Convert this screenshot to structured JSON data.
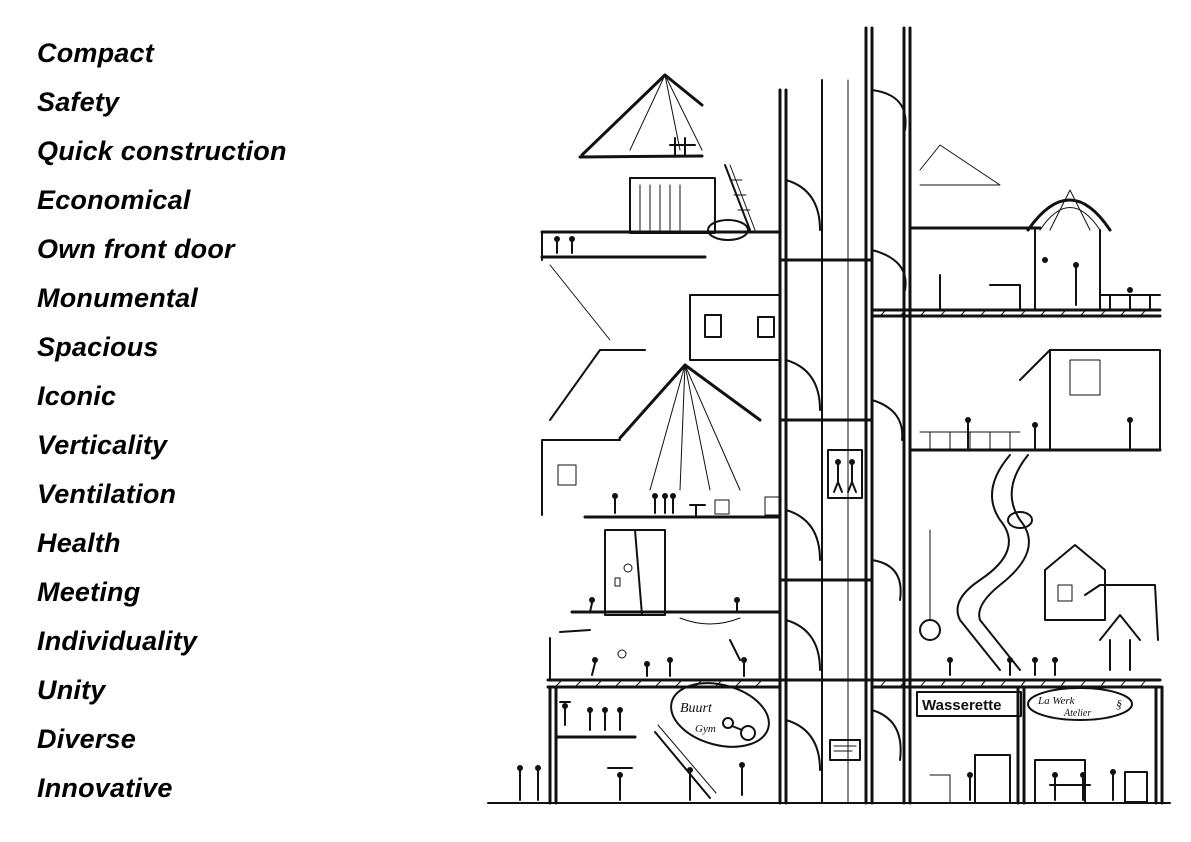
{
  "keywords": [
    "Compact",
    "Safety",
    "Quick construction",
    "Economical",
    "Own front door",
    "Monumental",
    "Spacious",
    "Iconic",
    "Verticality",
    "Ventilation",
    "Health",
    "Meeting",
    "Individuality",
    "Unity",
    "Diverse",
    "Innovative"
  ],
  "sketch": {
    "description": "Hand-drawn sectional sketch of a vertical mixed-use residential building with elevator core, spiral stairs, slide, terraces and ground-floor shops",
    "signs": {
      "gym_line1": "Buurt",
      "gym_line2": "Gym",
      "shop": "Wasserette",
      "workshop_line1": "La Werk",
      "workshop_line2": "Atelier",
      "workshop_symbol": "§"
    },
    "ink_color": "#111111",
    "paper_color": "#ffffff"
  }
}
